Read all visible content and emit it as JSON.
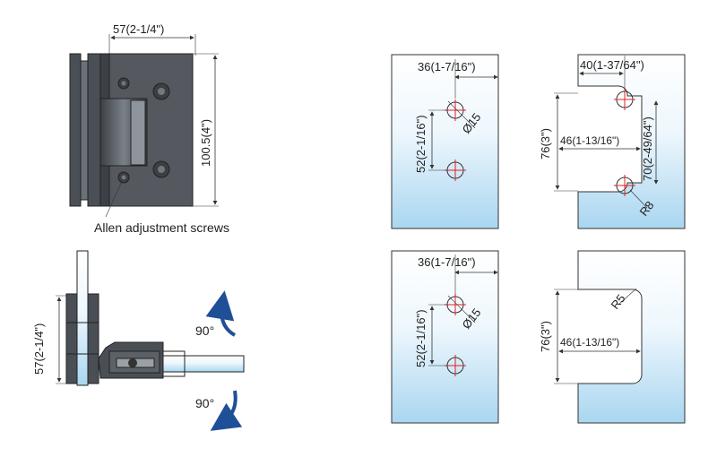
{
  "hinge_front": {
    "width_label": "57(2-1/4\")",
    "height_label": "100.5(4\")",
    "screws_label": "Allen adjustment screws"
  },
  "hinge_side": {
    "height_label": "57(2-1/4\")",
    "rotation_top_label": "90°",
    "rotation_bottom_label": "90°"
  },
  "panel_top_left": {
    "edge_label": "36(1-7/16\")",
    "spacing_label": "52(2-1/16\")",
    "hole_label": "Ø15"
  },
  "panel_top_right": {
    "width_label": "40(1-37/64\")",
    "height_label": "76(3\")",
    "depth_label": "46(1-13/16\")",
    "hole_spacing_label": "70(2-49/64\")",
    "radius_label": "R8"
  },
  "panel_bottom_left": {
    "edge_label": "36(1-7/16\")",
    "spacing_label": "52(2-1/16\")",
    "hole_label": "Ø15"
  },
  "panel_bottom_right": {
    "height_label": "76(3\")",
    "depth_label": "46(1-13/16\")",
    "radius_label": "R5"
  },
  "colors": {
    "glass_top": "#ffffff",
    "glass_bottom": "#a9d6f0",
    "metal": "#4a4f56",
    "hole_mark": "#e02020",
    "arrow": "#1f4f96"
  }
}
